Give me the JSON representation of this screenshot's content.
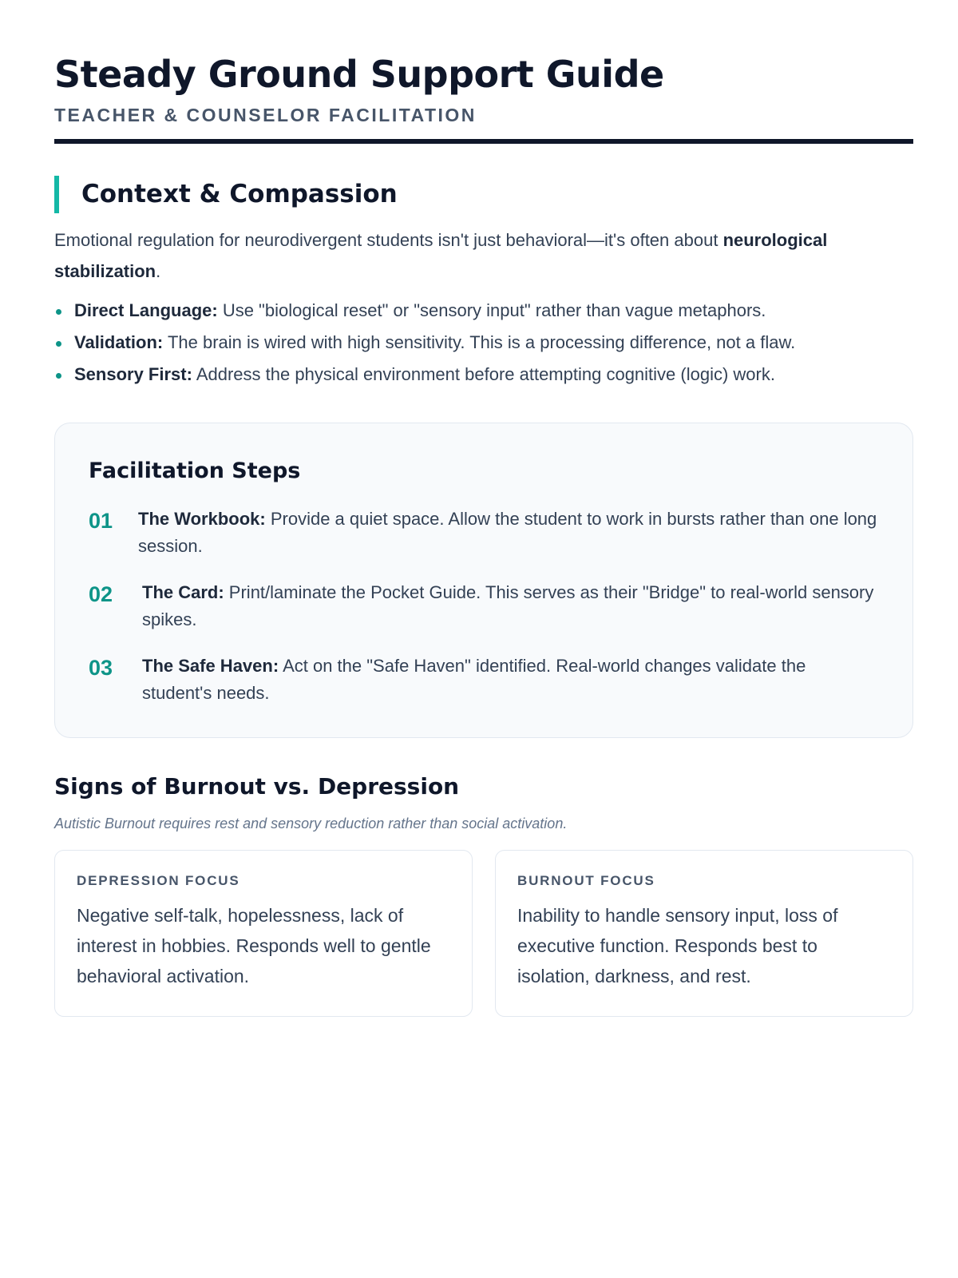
{
  "header": {
    "title": "Steady Ground Support Guide",
    "subtitle": "TEACHER & COUNSELOR FACILITATION"
  },
  "context": {
    "title": "Context & Compassion",
    "intro": "Emotional regulation for neurodivergent students isn't just behavioral—it's often about ",
    "intro_bold": "neurological stabilization",
    "intro_end": ".",
    "bullets": [
      {
        "label": "Direct Language:",
        "text": " Use \"biological reset\" or \"sensory input\" rather than vague metaphors."
      },
      {
        "label": "Validation:",
        "text": " The brain is wired with high sensitivity. This is a processing difference, not a flaw."
      },
      {
        "label": "Sensory First:",
        "text": " Address the physical environment before attempting cognitive (logic) work."
      }
    ]
  },
  "steps": {
    "title": "Facilitation Steps",
    "items": [
      {
        "num": "01",
        "label": "The Workbook:",
        "text": " Provide a quiet space. Allow the student to work in bursts rather than one long session."
      },
      {
        "num": "02",
        "label": "The Card:",
        "text": " Print/laminate the Pocket Guide. This serves as their \"Bridge\" to real-world sensory spikes."
      },
      {
        "num": "03",
        "label": "The Safe Haven:",
        "text": " Act on the \"Safe Haven\" identified. Real-world changes validate the student's needs."
      }
    ]
  },
  "signs": {
    "title": "Signs of Burnout vs. Depression",
    "note": "Autistic Burnout requires rest and sensory reduction rather than social activation.",
    "cards": [
      {
        "label": "DEPRESSION FOCUS",
        "text": "Negative self-talk, hopelessness, lack of interest in hobbies. Responds well to gentle behavioral activation."
      },
      {
        "label": "BURNOUT FOCUS",
        "text": "Inability to handle sensory input, loss of executive function. Responds best to isolation, darkness, and rest."
      }
    ]
  },
  "colors": {
    "accent": "#14b8a6",
    "heading": "#0f172a",
    "text": "#334155"
  }
}
